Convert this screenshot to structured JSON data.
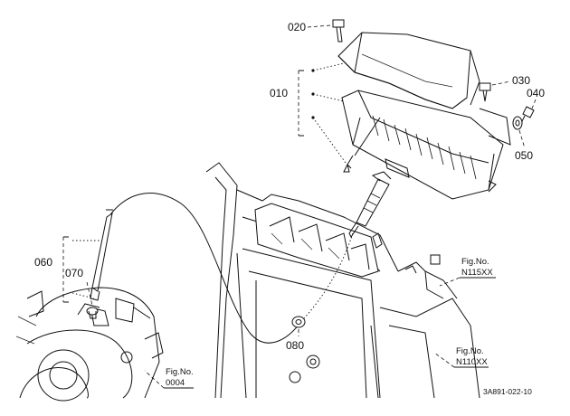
{
  "callouts": {
    "p020": "020",
    "p010": "010",
    "p030": "030",
    "p040": "040",
    "p050": "050",
    "p060": "060",
    "p070": "070",
    "p080": "080"
  },
  "figure_refs": {
    "ref_n115": {
      "line1": "Fig.No.",
      "line2": "N115XX"
    },
    "ref_n110": {
      "line1": "Fig.No.",
      "line2": "N110XX"
    },
    "ref_0004": {
      "line1": "Fig.No.",
      "line2": "0004"
    }
  },
  "drawing_number": "3A891-022-10"
}
